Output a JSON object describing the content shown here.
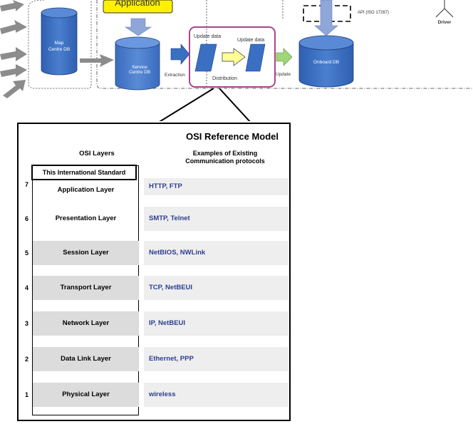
{
  "top": {
    "application_label": "Application",
    "map_db": [
      "Map",
      "Centre DB"
    ],
    "service_db": [
      "Service",
      "Centre DB"
    ],
    "extraction_label": "Extraction",
    "update_data_1": "Update data",
    "update_data_2": "Update data",
    "distribution_label": "Distribution",
    "update_label": "Update",
    "onboard_db": "Onboard DB",
    "api_label": "API (ISO 17267)",
    "driver_label": "Driver"
  },
  "osi": {
    "title": "OSI Reference Model",
    "col_layers": "OSI Layers",
    "col_examples": [
      "Examples of Existing",
      "Communication protocols"
    ],
    "standard_label": "This International Standard",
    "rows": [
      {
        "num": "7",
        "layer": "Application Layer",
        "examples": "HTTP, FTP"
      },
      {
        "num": "6",
        "layer": "Presentation Layer",
        "examples": "SMTP, Telnet"
      },
      {
        "num": "5",
        "layer": "Session Layer",
        "examples": "NetBIOS, NWLink"
      },
      {
        "num": "4",
        "layer": "Transport Layer",
        "examples": "TCP, NetBEUI"
      },
      {
        "num": "3",
        "layer": "Network Layer",
        "examples": "IP, NetBEUI"
      },
      {
        "num": "2",
        "layer": "Data Link Layer",
        "examples": "Ethernet, PPP"
      },
      {
        "num": "1",
        "layer": "Physical Layer",
        "examples": "wireless"
      }
    ]
  },
  "colors": {
    "db_fill": "#3a6fc4",
    "db_top": "#5a8ad6",
    "application_fill": "#fff000",
    "highlight_border": "#a8468f",
    "example_text": "#2c3e8f",
    "shade": "#dcdcdc"
  }
}
